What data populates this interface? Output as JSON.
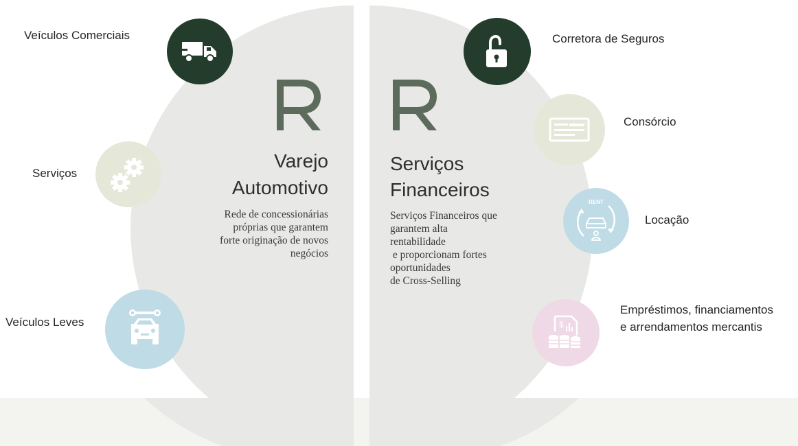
{
  "left": {
    "title_line1": "Varejo",
    "title_line2": "Automotivo",
    "description": [
      "Rede de concessionárias",
      "próprias que garantem",
      "forte originação de novos",
      "negócios"
    ],
    "items": [
      {
        "label": "Veículos Comerciais",
        "icon": "truck-icon",
        "color": "#243c2b"
      },
      {
        "label": "Serviços",
        "icon": "gears-icon",
        "color": "#e5e8d8"
      },
      {
        "label": "Veículos Leves",
        "icon": "car-wrench-icon",
        "color": "#bfdbe6"
      }
    ]
  },
  "right": {
    "title_line1": "Serviços",
    "title_line2": "Financeiros",
    "description": [
      "Serviços Financeiros que",
      "garantem alta",
      "rentabilidade",
      " e proporcionam fortes",
      "oportunidades",
      "de Cross-Selling"
    ],
    "items": [
      {
        "label": "Corretora de Seguros",
        "icon": "padlock-open-icon",
        "color": "#243c2b"
      },
      {
        "label": "Consórcio",
        "icon": "check-card-icon",
        "color": "#e5e8d8"
      },
      {
        "label": "Locação",
        "icon": "rent-car-icon",
        "color": "#bfdbe6",
        "icon_text": "RENT"
      },
      {
        "label_line1": "Empréstimos, financiamentos",
        "label_line2": "e arrendamentos mercantis",
        "icon": "loan-coins-icon",
        "color": "#f0d9e6"
      }
    ]
  },
  "colors": {
    "logo": "#5d6b5c",
    "half_bg": "#e8e8e6",
    "footer": "#f3f3ef"
  }
}
